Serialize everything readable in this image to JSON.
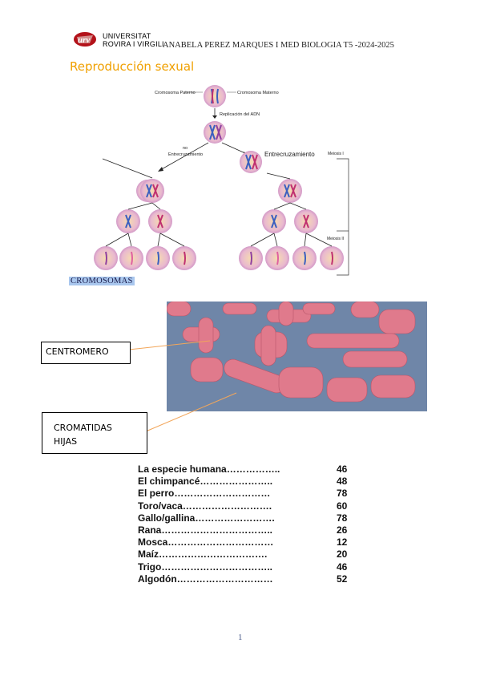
{
  "header": {
    "logo_line1": "UNIVERSITAT",
    "logo_line2": "ROVIRA I VIRGILI",
    "text": "ANABELA PEREZ MARQUES I MED BIOLOGIA T5 -2024-2025"
  },
  "section_title": "Reproducción sexual",
  "diagram": {
    "label_paterno": "Cromosoma Paterno",
    "label_materno": "Cromosoma Materno",
    "label_replicacion": "Replicación del ADN",
    "label_no": "no",
    "label_no_entrecruz": "Entrecruzamiento",
    "label_entrecruz": "Entrecruzamiento",
    "label_meiosis1": "Meiosis I",
    "label_meiosis2": "Meiosis II"
  },
  "cromosomas_label": "CROMOSOMAS",
  "callouts": {
    "centromero": "CENTROMERO",
    "cromatidas": "CROMATIDAS HIJAS"
  },
  "chromosome_counts": [
    {
      "name": "La especie humana……………..",
      "num": "46"
    },
    {
      "name": "El chimpancé…………………..",
      "num": "48"
    },
    {
      "name": "El perro…………………………",
      "num": "78"
    },
    {
      "name": "Toro/vaca……………………….",
      "num": "60"
    },
    {
      "name": "Gallo/gallina…………………….",
      "num": "78"
    },
    {
      "name": "Rana……………………………..",
      "num": "26"
    },
    {
      "name": "Mosca……………………………",
      "num": "12"
    },
    {
      "name": "Maíz…………………………….",
      "num": "20"
    },
    {
      "name": "Trigo……………………………..",
      "num": "46"
    },
    {
      "name": "Algodón…………………………",
      "num": "52"
    }
  ],
  "page_number": "1",
  "colors": {
    "title": "#f0a000",
    "cell_fill": "#d9a9d4",
    "cell_core": "#f3d6a8",
    "micrograph_bg": "#6f86a8",
    "chromosome_pink": "#e07a8c",
    "callout_line": "#f2a65a"
  }
}
